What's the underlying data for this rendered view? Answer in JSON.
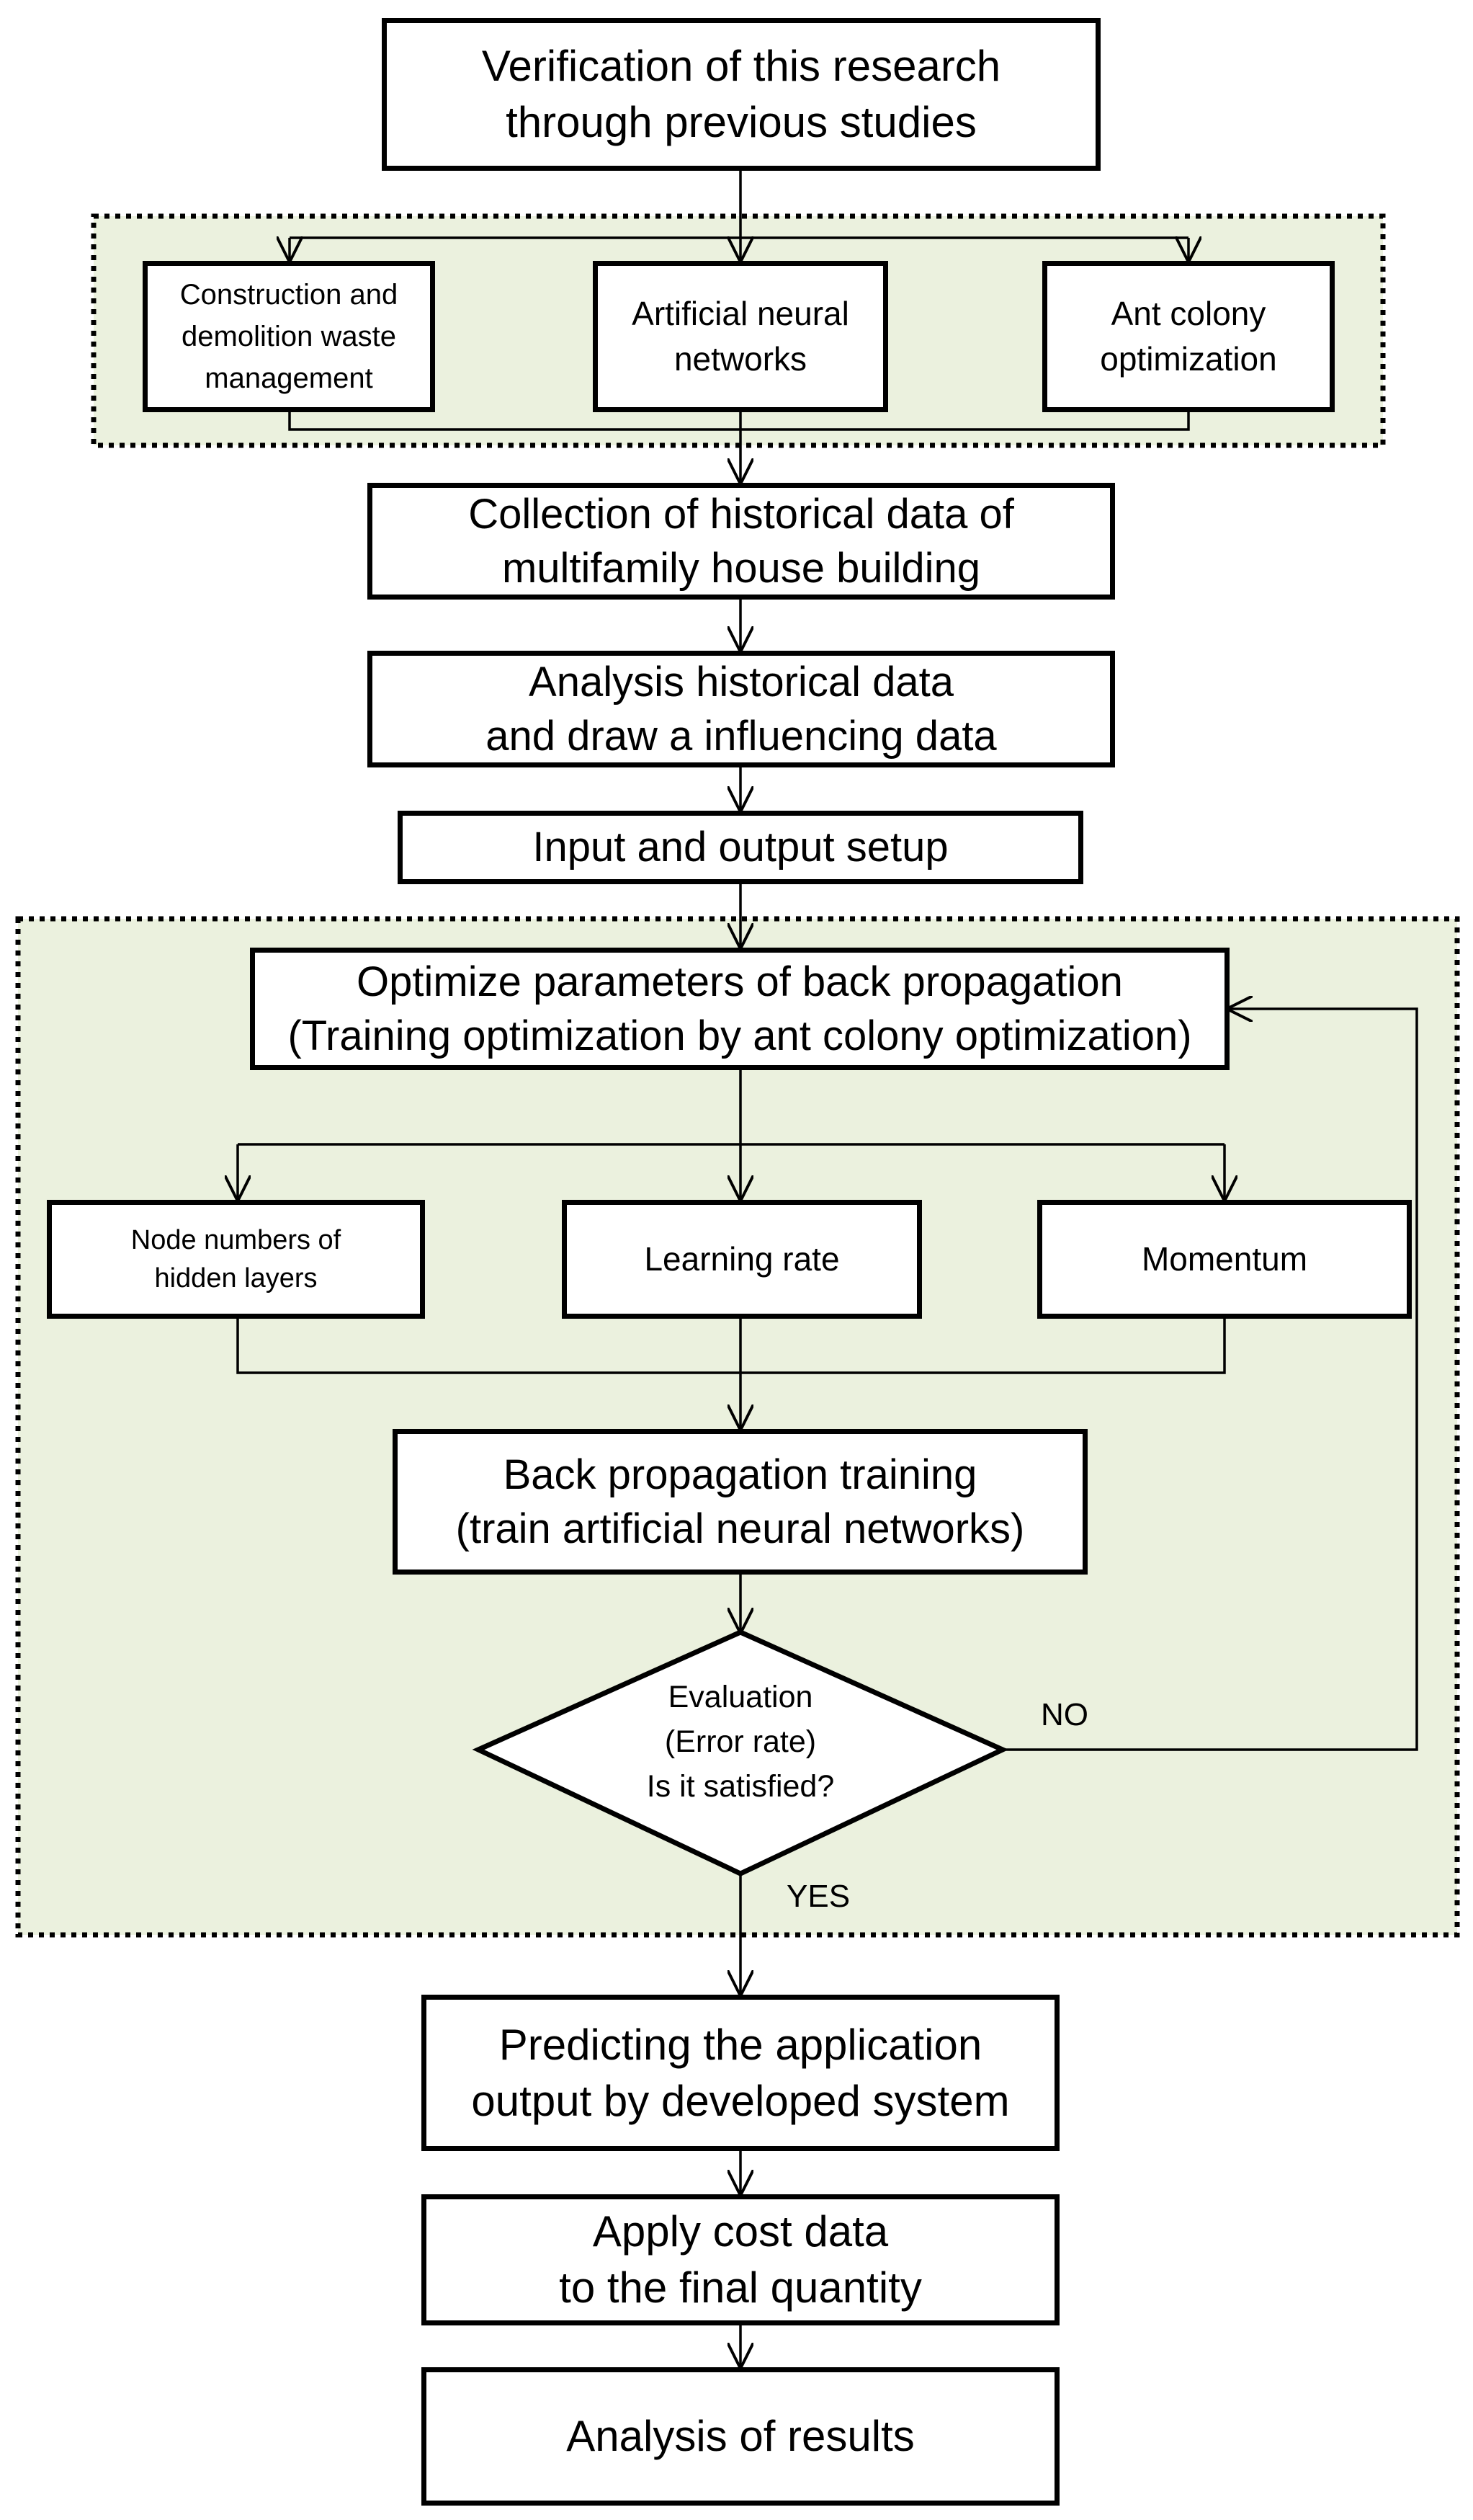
{
  "nodes": {
    "verification": "Verification of this research\nthrough previous studies",
    "cdw_management": "Construction and\ndemolition waste\nmanagement",
    "ann": "Artificial neural\nnetworks",
    "aco": "Ant colony\noptimization",
    "collection": "Collection of historical data of\nmultifamily house building",
    "analysis_historical": "Analysis historical data\nand draw a influencing data",
    "io_setup": "Input and output setup",
    "optimize_params": "Optimize parameters of back propagation\n(Training optimization by ant colony optimization)",
    "node_numbers": "Node numbers of\nhidden layers",
    "learning_rate": "Learning rate",
    "momentum": "Momentum",
    "bp_training": "Back propagation training\n(train artificial neural networks)",
    "evaluation": "Evaluation\n(Error rate)\nIs it satisfied?",
    "predicting": "Predicting the application\noutput by developed system",
    "apply_cost": "Apply cost data\nto the final quantity",
    "analysis_results": "Analysis of results"
  },
  "edge_labels": {
    "no": "NO",
    "yes": "YES"
  },
  "colors": {
    "group_fill": "#ebf1de",
    "line": "#000000",
    "box_fill": "#ffffff"
  }
}
